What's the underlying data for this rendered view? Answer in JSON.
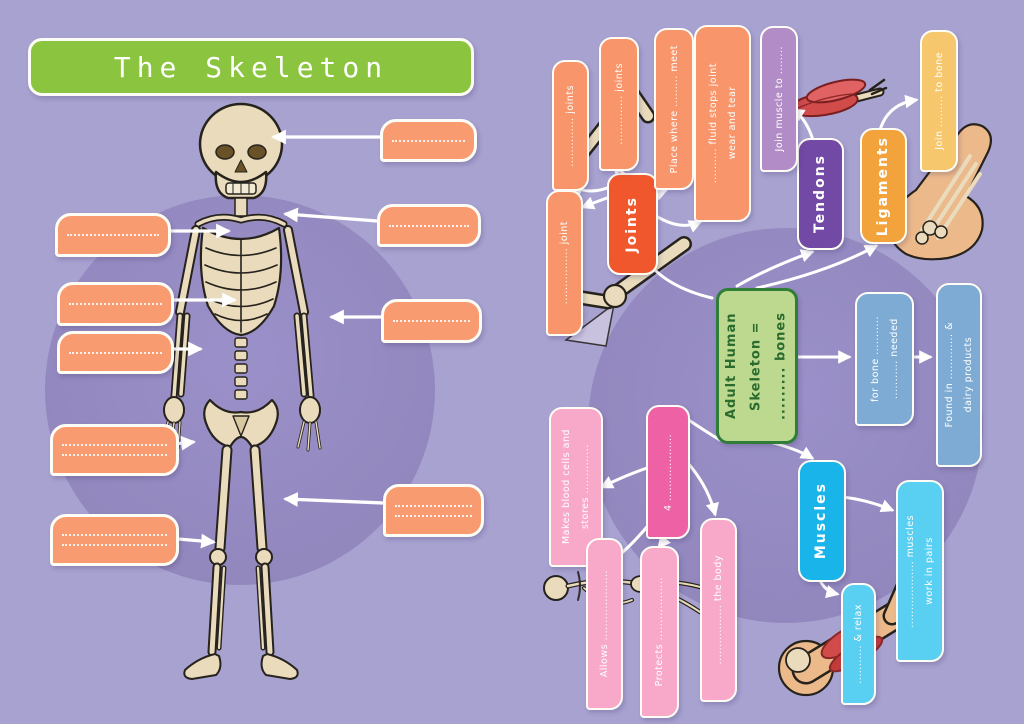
{
  "page_title": "The Skeleton",
  "colors": {
    "background": "#a8a2d1",
    "circle": "#9b90c9",
    "title_green": "#8bc53f",
    "label_orange": "#f89b71",
    "joints_node": "#f1572d",
    "joints_sat": "#f8956b",
    "tendons_node": "#7249a5",
    "tendons_sat": "#b18cc6",
    "ligaments_node": "#f2a33c",
    "ligaments_sat": "#f6c76d",
    "calcium_blue": "#7dabd3",
    "muscles_node": "#19b4e9",
    "muscles_sat": "#59cff2",
    "functions_hub": "#ee62a5",
    "functions_sat": "#f8a9ca",
    "arrow": "#ffffff",
    "central_fill": "#bcd98f",
    "central_border": "#2f7d36"
  },
  "left_panel": {
    "title": "The Skeleton",
    "label_boxes": [
      {
        "name": "skull-label",
        "side": "right",
        "blank_lines": 1
      },
      {
        "name": "shoulder-label",
        "side": "right",
        "blank_lines": 1
      },
      {
        "name": "forearm-label",
        "side": "right",
        "blank_lines": 1
      },
      {
        "name": "knee-label",
        "side": "right",
        "blank_lines": 2
      },
      {
        "name": "ribs-label",
        "side": "left",
        "blank_lines": 1
      },
      {
        "name": "spine-label",
        "side": "left",
        "blank_lines": 1
      },
      {
        "name": "pelvis-label",
        "side": "left",
        "blank_lines": 1
      },
      {
        "name": "hand-label",
        "side": "left",
        "blank_lines": 2
      },
      {
        "name": "lower-leg-label",
        "side": "left",
        "blank_lines": 2
      }
    ]
  },
  "mindmap": {
    "central": {
      "lines": [
        "Adult Human",
        "Skeleton =",
        "......... bones"
      ]
    },
    "joints": {
      "label": "Joints",
      "sats": {
        "a": {
          "lines": [
            ".............. joints"
          ]
        },
        "b": {
          "lines": [
            ".............. joints"
          ]
        },
        "c": {
          "lines": [
            "Place where ......... meet"
          ]
        },
        "d": {
          "lines": [
            ".......... fluid stops joint",
            "wear and tear"
          ]
        },
        "e": {
          "lines": [
            "................ joint"
          ]
        }
      }
    },
    "tendons": {
      "label": "Tendons",
      "sat": {
        "lines": [
          "Join muscle to ........"
        ]
      }
    },
    "ligaments": {
      "label": "Ligaments",
      "sat": {
        "lines": [
          "Join ......... to bone"
        ]
      }
    },
    "calcium": {
      "box1": {
        "lines": [
          "........... needed",
          "for bone ..........."
        ]
      },
      "box2": {
        "lines": [
          "Found in ............. &",
          "dairy products"
        ]
      }
    },
    "muscles": {
      "label": "Muscles",
      "sat1": {
        "lines": [
          "........... & relax"
        ]
      },
      "sat2": {
        "lines": [
          "................... muscles",
          "work in pairs"
        ]
      }
    },
    "functions": {
      "hub": {
        "lines": [
          "4 ..................."
        ]
      },
      "sat_blood": {
        "lines": [
          "Makes blood cells and",
          "stores .............."
        ]
      },
      "sat_allows": {
        "lines": [
          "Allows ...................."
        ]
      },
      "sat_protects": {
        "lines": [
          "Protects .................."
        ]
      },
      "sat_body": {
        "lines": [
          "................. the body"
        ]
      }
    }
  }
}
